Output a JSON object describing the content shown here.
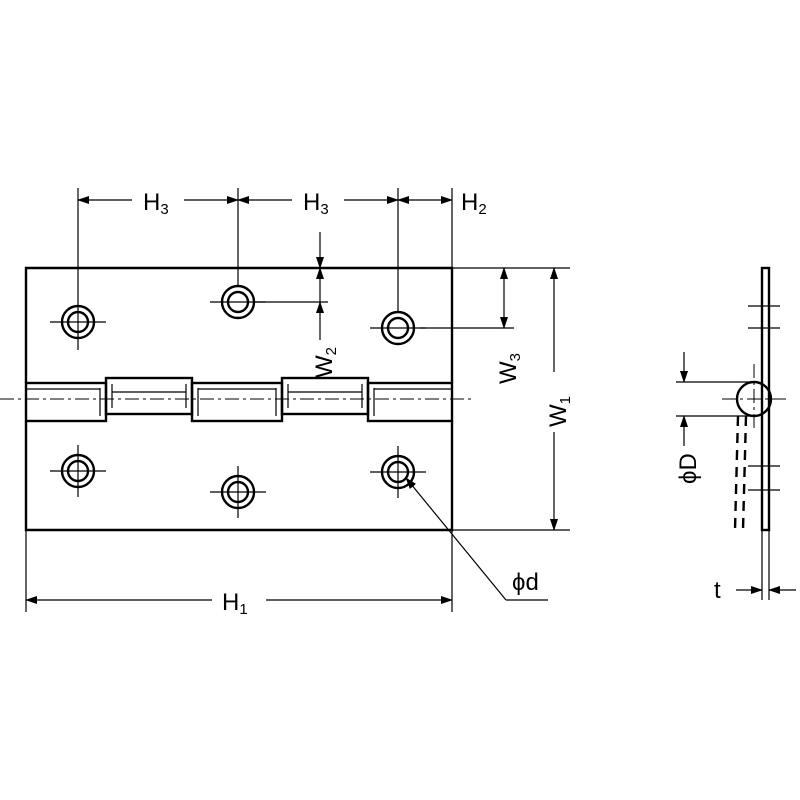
{
  "diagram": {
    "labels": {
      "h3_left": {
        "main": "H",
        "sub": "3"
      },
      "h3_right": {
        "main": "H",
        "sub": "3"
      },
      "h2": {
        "main": "H",
        "sub": "2"
      },
      "h1": {
        "main": "H",
        "sub": "1"
      },
      "w1": {
        "main": "W",
        "sub": "1"
      },
      "w2": {
        "main": "W",
        "sub": "2"
      },
      "w3": {
        "main": "W",
        "sub": "3"
      },
      "phi_d": "ϕd",
      "phi_D": "ϕD",
      "t": "t"
    },
    "colors": {
      "line": "#000000",
      "background": "#ffffff"
    }
  }
}
